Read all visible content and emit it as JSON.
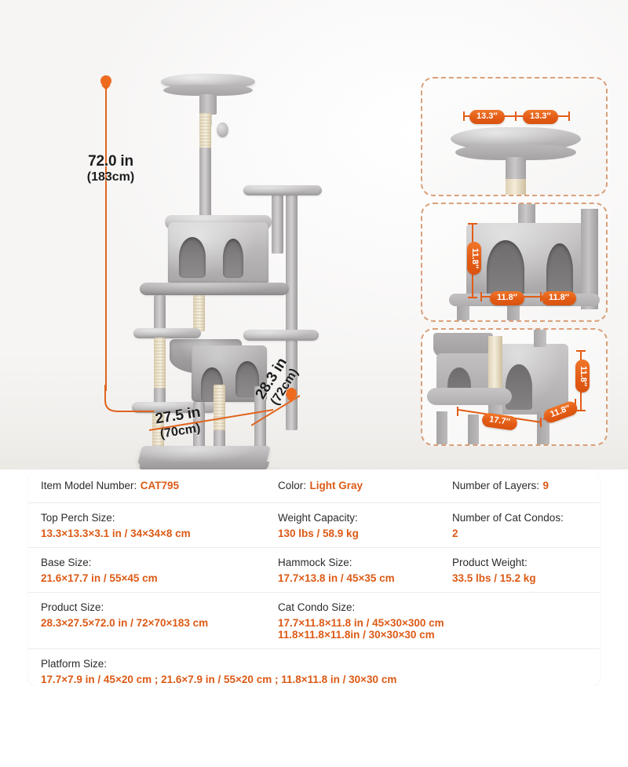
{
  "product": {
    "overall_dimensions": {
      "height_label_in": "72.0 in",
      "height_label_cm": "(183cm)",
      "width_label_in": "27.5 in",
      "width_label_cm": "(70cm)",
      "depth_label_in": "28.3 in",
      "depth_label_cm": "(72cm)"
    }
  },
  "callouts": {
    "top_perch": {
      "badges": [
        "13.3″",
        "13.3″"
      ]
    },
    "upper_condo": {
      "height_badge": "11.8″",
      "width_badges": [
        "11.8″",
        "11.8″"
      ]
    },
    "lower_condo": {
      "platform_badge": "17.7″",
      "width_badge": "11.8″",
      "height_badge": "11.8″"
    }
  },
  "spec_table": {
    "rows": [
      {
        "cells": [
          {
            "label": "Item Model Number:",
            "value": "CAT795",
            "layout": "inline"
          },
          {
            "label": "Color:",
            "value": "Light Gray",
            "layout": "inline"
          },
          {
            "label": "Number of Layers:",
            "value": "9",
            "layout": "inline"
          }
        ]
      },
      {
        "cells": [
          {
            "label": "Top Perch Size:",
            "value": "13.3×13.3×3.1 in / 34×34×8 cm",
            "layout": "block"
          },
          {
            "label": "Weight Capacity:",
            "value": "130 lbs / 58.9 kg",
            "layout": "block"
          },
          {
            "label": "Number of Cat Condos:",
            "value": "2",
            "layout": "block"
          }
        ]
      },
      {
        "cells": [
          {
            "label": "Base Size:",
            "value": "21.6×17.7 in / 55×45 cm",
            "layout": "block"
          },
          {
            "label": "Hammock Size:",
            "value": "17.7×13.8 in / 45×35 cm",
            "layout": "block"
          },
          {
            "label": "Product Weight:",
            "value": "33.5 lbs / 15.2 kg",
            "layout": "block"
          }
        ]
      },
      {
        "cells": [
          {
            "label": "Product Size:",
            "value": "28.3×27.5×72.0 in / 72×70×183 cm",
            "layout": "block"
          },
          {
            "label": "Cat Condo Size:",
            "value": "17.7×11.8×11.8 in / 45×30×300 cm",
            "value2": "11.8×11.8×11.8in / 30×30×30 cm",
            "layout": "block",
            "span": 2
          }
        ]
      },
      {
        "cells": [
          {
            "label": "Platform Size:",
            "value": "17.7×7.9 in / 45×20 cm ; 21.6×7.9 in / 55×20 cm ; 11.8×11.8 in / 30×30 cm",
            "layout": "block",
            "span": 3
          }
        ]
      }
    ]
  },
  "colors": {
    "accent_orange": "#dc5a16",
    "badge_orange": "#e35c16",
    "callout_border": "#daa079",
    "label_dark": "#2b2b2b"
  }
}
